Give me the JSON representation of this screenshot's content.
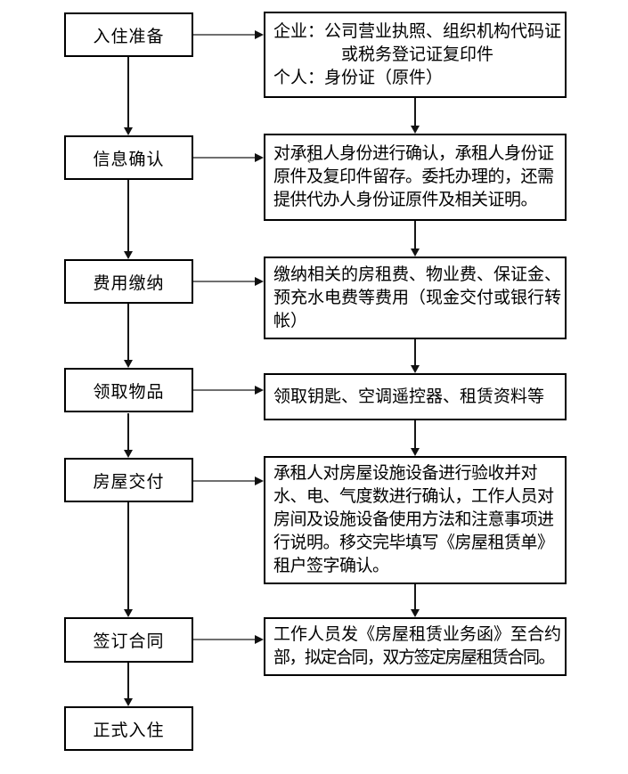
{
  "flowchart": {
    "type": "process-flow",
    "direction": "top-down",
    "language": "zh-CN",
    "colors": {
      "background": "#ffffff",
      "box_border": "#000000",
      "text": "#000000",
      "vertical_connector": "#161616",
      "horizontal_connector_shaft": "#6f6f6f",
      "arrowhead": "#111111"
    },
    "soft_return_mark": "↵",
    "steps": [
      {
        "label": "入住准备",
        "details": {
          "lines": [
            "企业：公司营业执照、组织机构代码证",
            "或税务登记证复印件",
            "个人：身份证（原件）"
          ]
        }
      },
      {
        "label": "信息确认",
        "details": {
          "lines": [
            "对承租人身份进行确认，承租人身份证",
            "原件及复印件留存。委托办理的，还需",
            "提供代办人身份证原件及相关证明。"
          ]
        }
      },
      {
        "label": "费用缴纳",
        "details": {
          "lines": [
            "缴纳相关的房租费、物业费、保证金、",
            "预充水电费等费用（现金交付或银行转",
            "帐）"
          ]
        }
      },
      {
        "label": "领取物品",
        "details": {
          "lines": [
            "领取钥匙、空调遥控器、租赁资料等"
          ]
        }
      },
      {
        "label": "房屋交付",
        "details": {
          "lines": [
            "承租人对房屋设施设备进行验收并对",
            "水、电、气度数进行确认，工作人员对",
            "房间及设施设备使用方法和注意事项进",
            "行说明。移交完毕填写《房屋租赁单》",
            "租户签字确认。"
          ]
        }
      },
      {
        "label": "签订合同",
        "details": {
          "lines": [
            "工作人员发《房屋租赁业务函》至合约",
            "部，拟定合同，双方签定房屋租赁合同。"
          ]
        }
      },
      {
        "label": "正式入住"
      }
    ]
  }
}
